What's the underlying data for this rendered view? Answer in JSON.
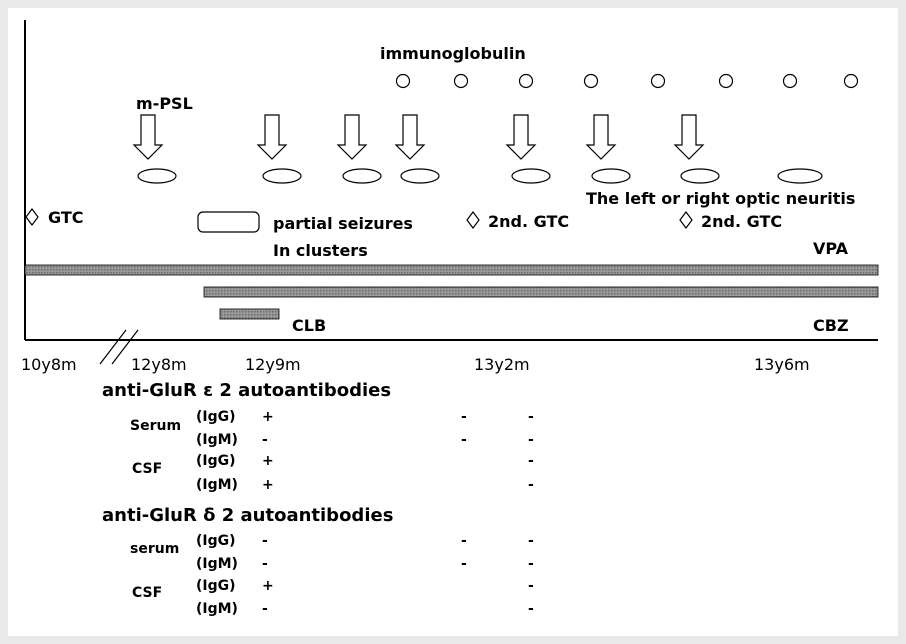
{
  "events": {
    "immunoglobulin": "immunoglobulin",
    "mpsl": "m-PSL",
    "optic_neuritis": "The left or right optic neuritis",
    "gtc_first": "GTC",
    "partial_line1": "partial seizures",
    "partial_line2": "In clusters",
    "gtc_second_a": "2nd. GTC",
    "gtc_second_b": "2nd. GTC"
  },
  "drugs": {
    "vpa": "VPA",
    "cbz": "CBZ",
    "clb": "CLB"
  },
  "time_axis": {
    "ticks": [
      "10y8m",
      "12y8m",
      "12y9m",
      "13y2m",
      "13y6m"
    ]
  },
  "antibodies": {
    "epsilon": {
      "title": "anti-GluR ε 2 autoantibodies",
      "serum_label": "Serum",
      "csf_label": "CSF",
      "rows": [
        {
          "class": "(IgG)",
          "c1": "+",
          "c2": "-",
          "c3": "-"
        },
        {
          "class": "(IgM)",
          "c1": "-",
          "c2": "-",
          "c3": "-"
        },
        {
          "class": "(IgG)",
          "c1": "+",
          "c2": "",
          "c3": "-"
        },
        {
          "class": "(IgM)",
          "c1": "+",
          "c2": "",
          "c3": "-"
        }
      ]
    },
    "delta": {
      "title": "anti-GluR δ 2 autoantibodies",
      "serum_label": "serum",
      "csf_label": "CSF",
      "rows": [
        {
          "class": "(IgG)",
          "c1": "-",
          "c2": "-",
          "c3": "-"
        },
        {
          "class": "(IgM)",
          "c1": "-",
          "c2": "-",
          "c3": "-"
        },
        {
          "class": "(IgG)",
          "c1": "+",
          "c2": "",
          "c3": "-"
        },
        {
          "class": "(IgM)",
          "c1": "-",
          "c2": "",
          "c3": "-"
        }
      ]
    }
  }
}
